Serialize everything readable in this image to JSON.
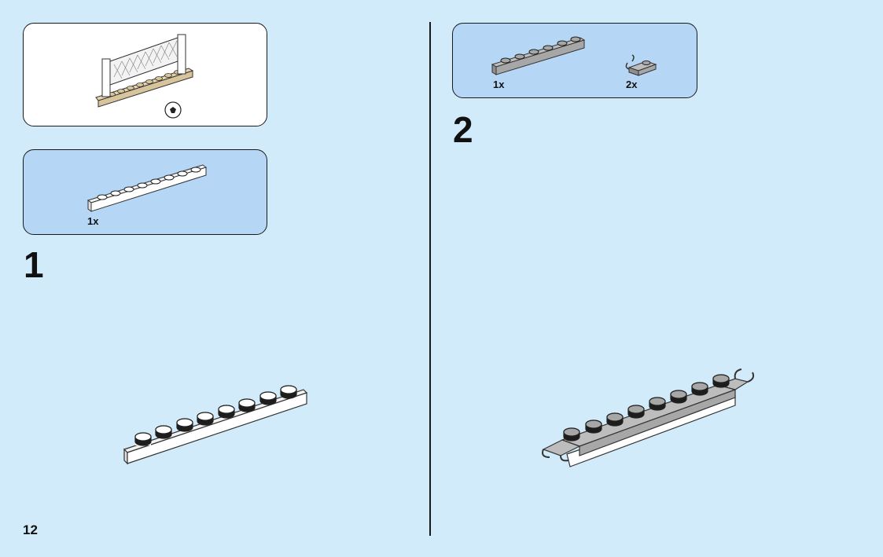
{
  "page": {
    "number": "12"
  },
  "preview": {
    "icon": "soccer-goal-model-icon"
  },
  "step1": {
    "number": "1",
    "parts": [
      {
        "qty": "1x",
        "icon": "white-plate-1x8-icon"
      }
    ]
  },
  "step2": {
    "number": "2",
    "parts": [
      {
        "qty": "1x",
        "icon": "gray-plate-1x6-icon"
      },
      {
        "qty": "2x",
        "icon": "gray-clip-plate-icon"
      }
    ]
  },
  "colors": {
    "background": "#d2ebfb",
    "parts_box": "#b5d6f4",
    "white_brick": "#ffffff",
    "gray_brick": "#a7a7a7",
    "tan_brick": "#d8c49a"
  }
}
